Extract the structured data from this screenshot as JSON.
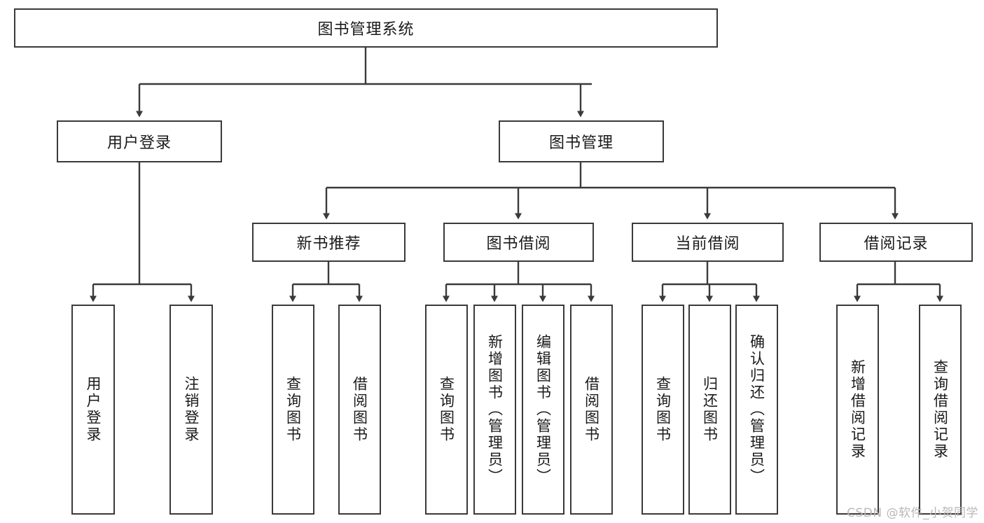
{
  "diagram": {
    "title": "图书管理系统",
    "type": "tree",
    "root": {
      "label": "图书管理系统"
    },
    "level2": [
      {
        "label": "用户登录"
      },
      {
        "label": "图书管理"
      }
    ],
    "level3": [
      {
        "label": "新书推荐"
      },
      {
        "label": "图书借阅"
      },
      {
        "label": "当前借阅"
      },
      {
        "label": "借阅记录"
      }
    ],
    "leaves_user_login": [
      {
        "label": "用户登录"
      },
      {
        "label": "注销登录"
      }
    ],
    "leaves_new_book": [
      {
        "label": "查询图书"
      },
      {
        "label": "借阅图书"
      }
    ],
    "leaves_borrow": [
      {
        "label": "查询图书"
      },
      {
        "label": "新增图书（管理员）"
      },
      {
        "label": "编辑图书（管理员）"
      },
      {
        "label": "借阅图书"
      }
    ],
    "leaves_current": [
      {
        "label": "查询图书"
      },
      {
        "label": "归还图书"
      },
      {
        "label": "确认归还（管理员）"
      }
    ],
    "leaves_records": [
      {
        "label": "新增借阅记录"
      },
      {
        "label": "查询借阅记录"
      }
    ]
  },
  "watermark": {
    "text": "CSDN @软件_小贺同学"
  },
  "colors": {
    "border": "#3a3a3a",
    "background": "#ffffff",
    "text": "#1a1a1a",
    "watermark": "#b8b8b8"
  }
}
